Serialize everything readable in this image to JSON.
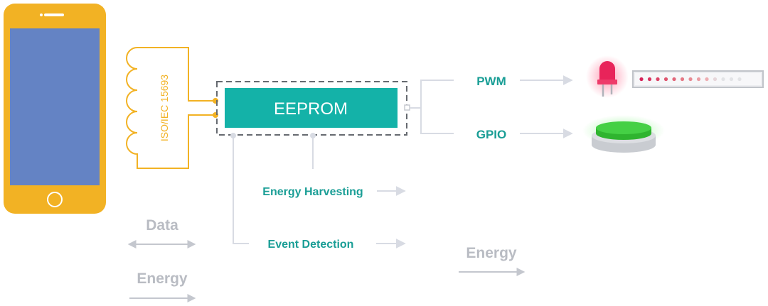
{
  "diagram": {
    "antenna_label": "ISO/IEC 15693",
    "chip_label": "EEPROM",
    "outputs": [
      {
        "label": "PWM"
      },
      {
        "label": "GPIO"
      }
    ],
    "features": [
      {
        "label": "Energy Harvesting"
      },
      {
        "label": "Event Detection"
      }
    ],
    "legend": {
      "data_label": "Data",
      "energy_label": "Energy",
      "energy_label_right": "Energy"
    },
    "colors": {
      "phone": "#f2b224",
      "screen": "#6483c4",
      "chip": "#14b2a8",
      "text_accent": "#1a9e96",
      "arrow": "#d8dbe3",
      "legend_text": "#b9bcc3",
      "led_red": "#e8245a",
      "button_green": "#3cc43c"
    }
  }
}
